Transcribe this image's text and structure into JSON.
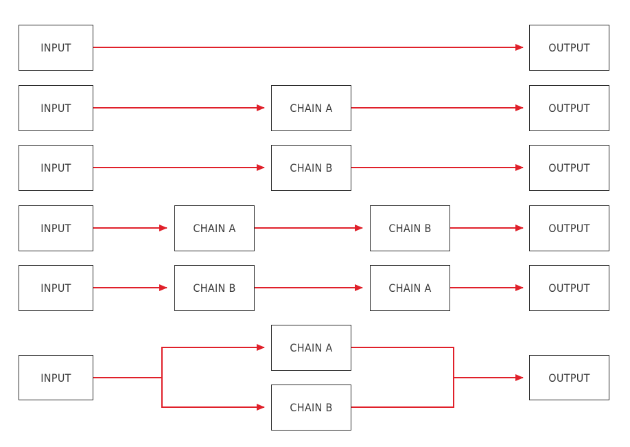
{
  "colors": {
    "arrow": "#e0202a",
    "box_border": "#2a2a2a",
    "text": "#3a3a3a"
  },
  "rows": [
    {
      "input": "INPUT",
      "output": "OUTPUT"
    },
    {
      "input": "INPUT",
      "chain": "CHAIN A",
      "output": "OUTPUT"
    },
    {
      "input": "INPUT",
      "chain": "CHAIN B",
      "output": "OUTPUT"
    },
    {
      "input": "INPUT",
      "chains": [
        "CHAIN A",
        "CHAIN B"
      ],
      "output": "OUTPUT"
    },
    {
      "input": "INPUT",
      "chains": [
        "CHAIN B",
        "CHAIN A"
      ],
      "output": "OUTPUT"
    },
    {
      "input": "INPUT",
      "parallel": [
        "CHAIN A",
        "CHAIN B"
      ],
      "output": "OUTPUT"
    }
  ]
}
